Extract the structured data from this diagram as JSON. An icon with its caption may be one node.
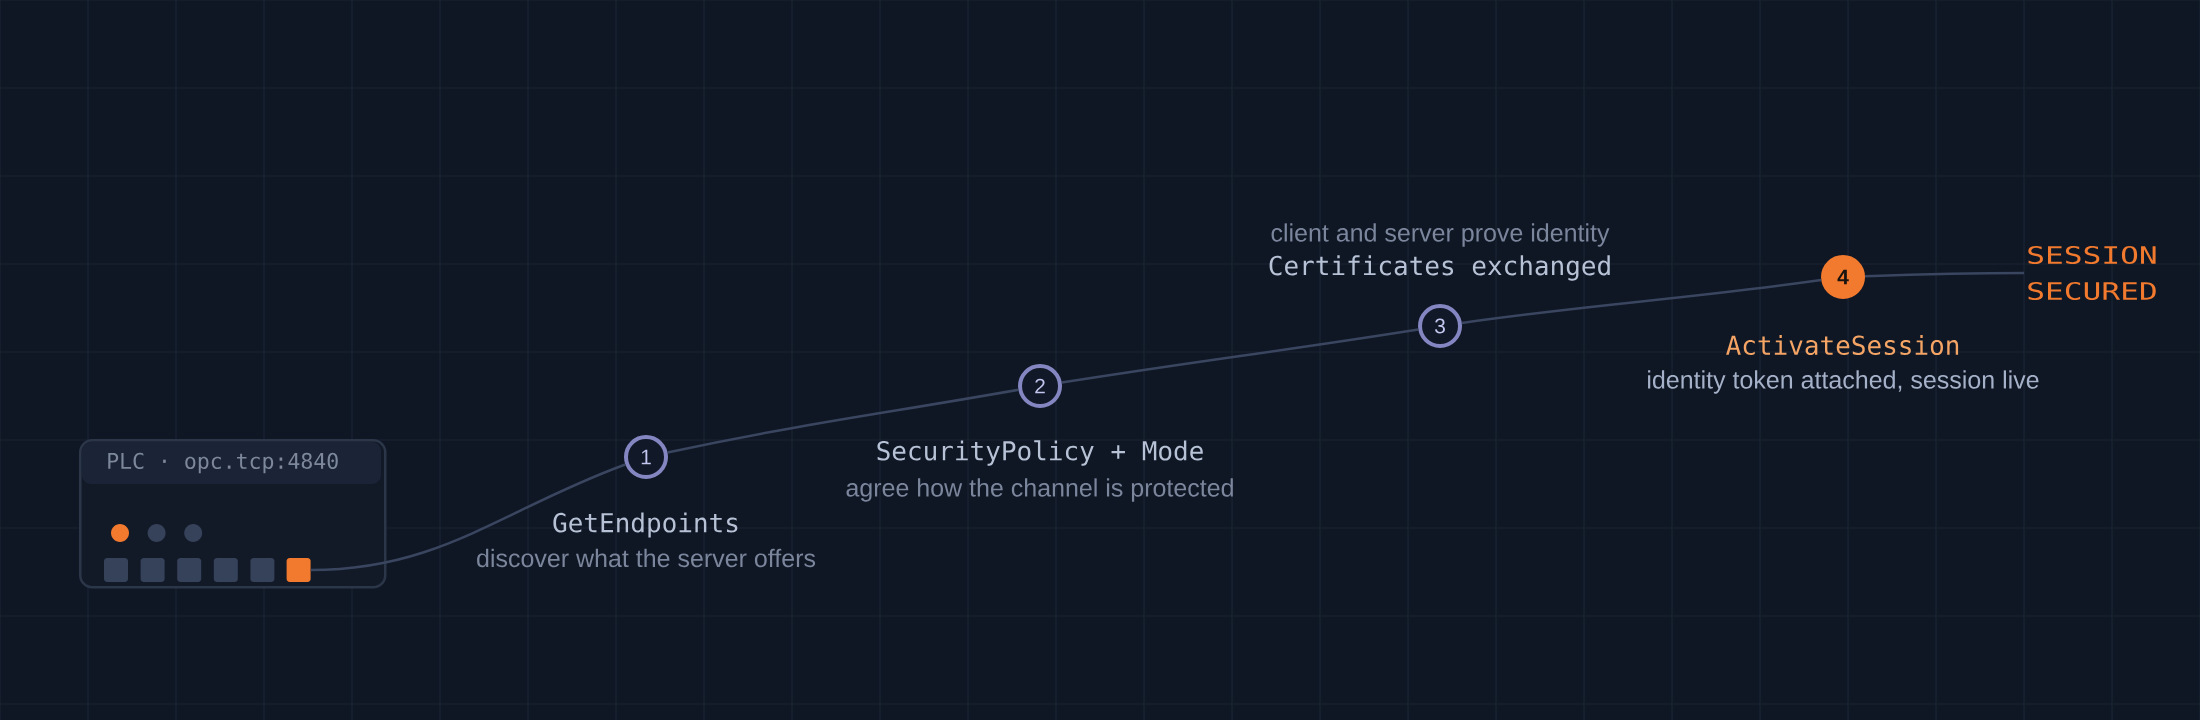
{
  "diagram": {
    "nodes": [
      {
        "text": [
          "PLC · opc.tcp:4840"
        ]
      },
      {
        "text": [],
        "shape": "box",
        "in": 0
      },
      {
        "text": [
          "1"
        ],
        "beside": [
          "GetEndpoints",
          "discover what the server offers"
        ]
      },
      {
        "text": [
          "2"
        ],
        "beside": [
          "SecurityPolicy + Mode",
          "agree how the channel is protected"
        ]
      },
      {
        "text": [
          "3"
        ],
        "beside": [
          "client and server prove identity",
          "Certificates exchanged"
        ]
      },
      {
        "text": [
          "4"
        ],
        "beside": [
          "ActivateSession",
          "identity token attached, session live"
        ]
      },
      {
        "text": [
          "SESSION SECURED"
        ]
      }
    ],
    "edges": [
      {
        "from": 1,
        "to": 2,
        "arrow": "none"
      },
      {
        "from": 2,
        "to": 3,
        "arrow": "none"
      },
      {
        "from": 3,
        "to": 4,
        "arrow": "none"
      },
      {
        "from": 4,
        "to": 5,
        "arrow": "none"
      },
      {
        "from": 5,
        "to": 6,
        "arrow": "none"
      }
    ]
  }
}
